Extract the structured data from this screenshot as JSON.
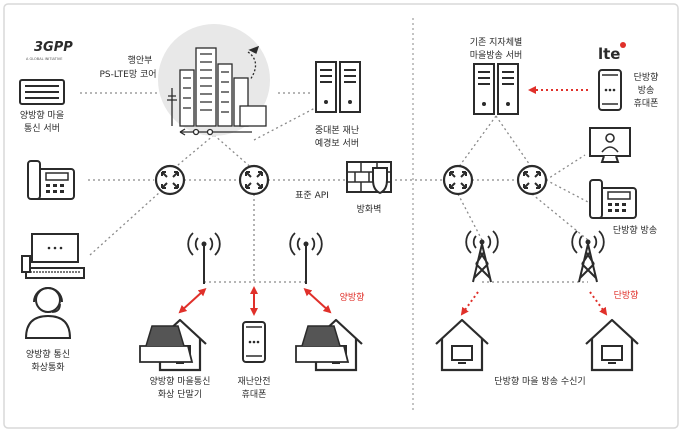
{
  "colors": {
    "line": "#8a8a8a",
    "dark": "#2b2b2b",
    "red": "#e0302a",
    "frame": "#d9d9d9",
    "hub": "#e8e8e8"
  },
  "left": {
    "logo_3gpp": "3GPP",
    "logo_3gpp_sub": "A GLOBAL INITIATIVE",
    "mois_label": "행안부",
    "pslte_label": "PS-LTE망 코어",
    "village_server": [
      "양방향 마을",
      "통신 서버"
    ],
    "central_server": [
      "중대본 재난",
      "예경보 서버"
    ],
    "api_label": "표준 API",
    "firewall_label": "방화벽",
    "bidir_label": "양방향",
    "video_caller": [
      "양방향 통신",
      "화상통화"
    ],
    "village_terminal": [
      "양방향 마을통신",
      "화상 단말기"
    ],
    "safety_phone": [
      "재난안전",
      "휴대폰"
    ]
  },
  "right": {
    "legacy_server": [
      "기존 지자체별",
      "마을방송 서버"
    ],
    "lte_logo": "lte",
    "uni_phone": [
      "단방향",
      "방송",
      "휴대폰"
    ],
    "uni_broadcast": "단방향 방송",
    "uni_label": "단방향",
    "receiver": "단방향 마을 방송 수신기"
  },
  "icons": [
    "building-hub-icon",
    "server-icon",
    "desk-phone-icon",
    "computer-icon",
    "router-icon",
    "firewall-icon",
    "antenna-icon",
    "cell-tower-icon",
    "house-icon",
    "smartphone-icon",
    "video-phone-icon",
    "person-headset-icon"
  ]
}
